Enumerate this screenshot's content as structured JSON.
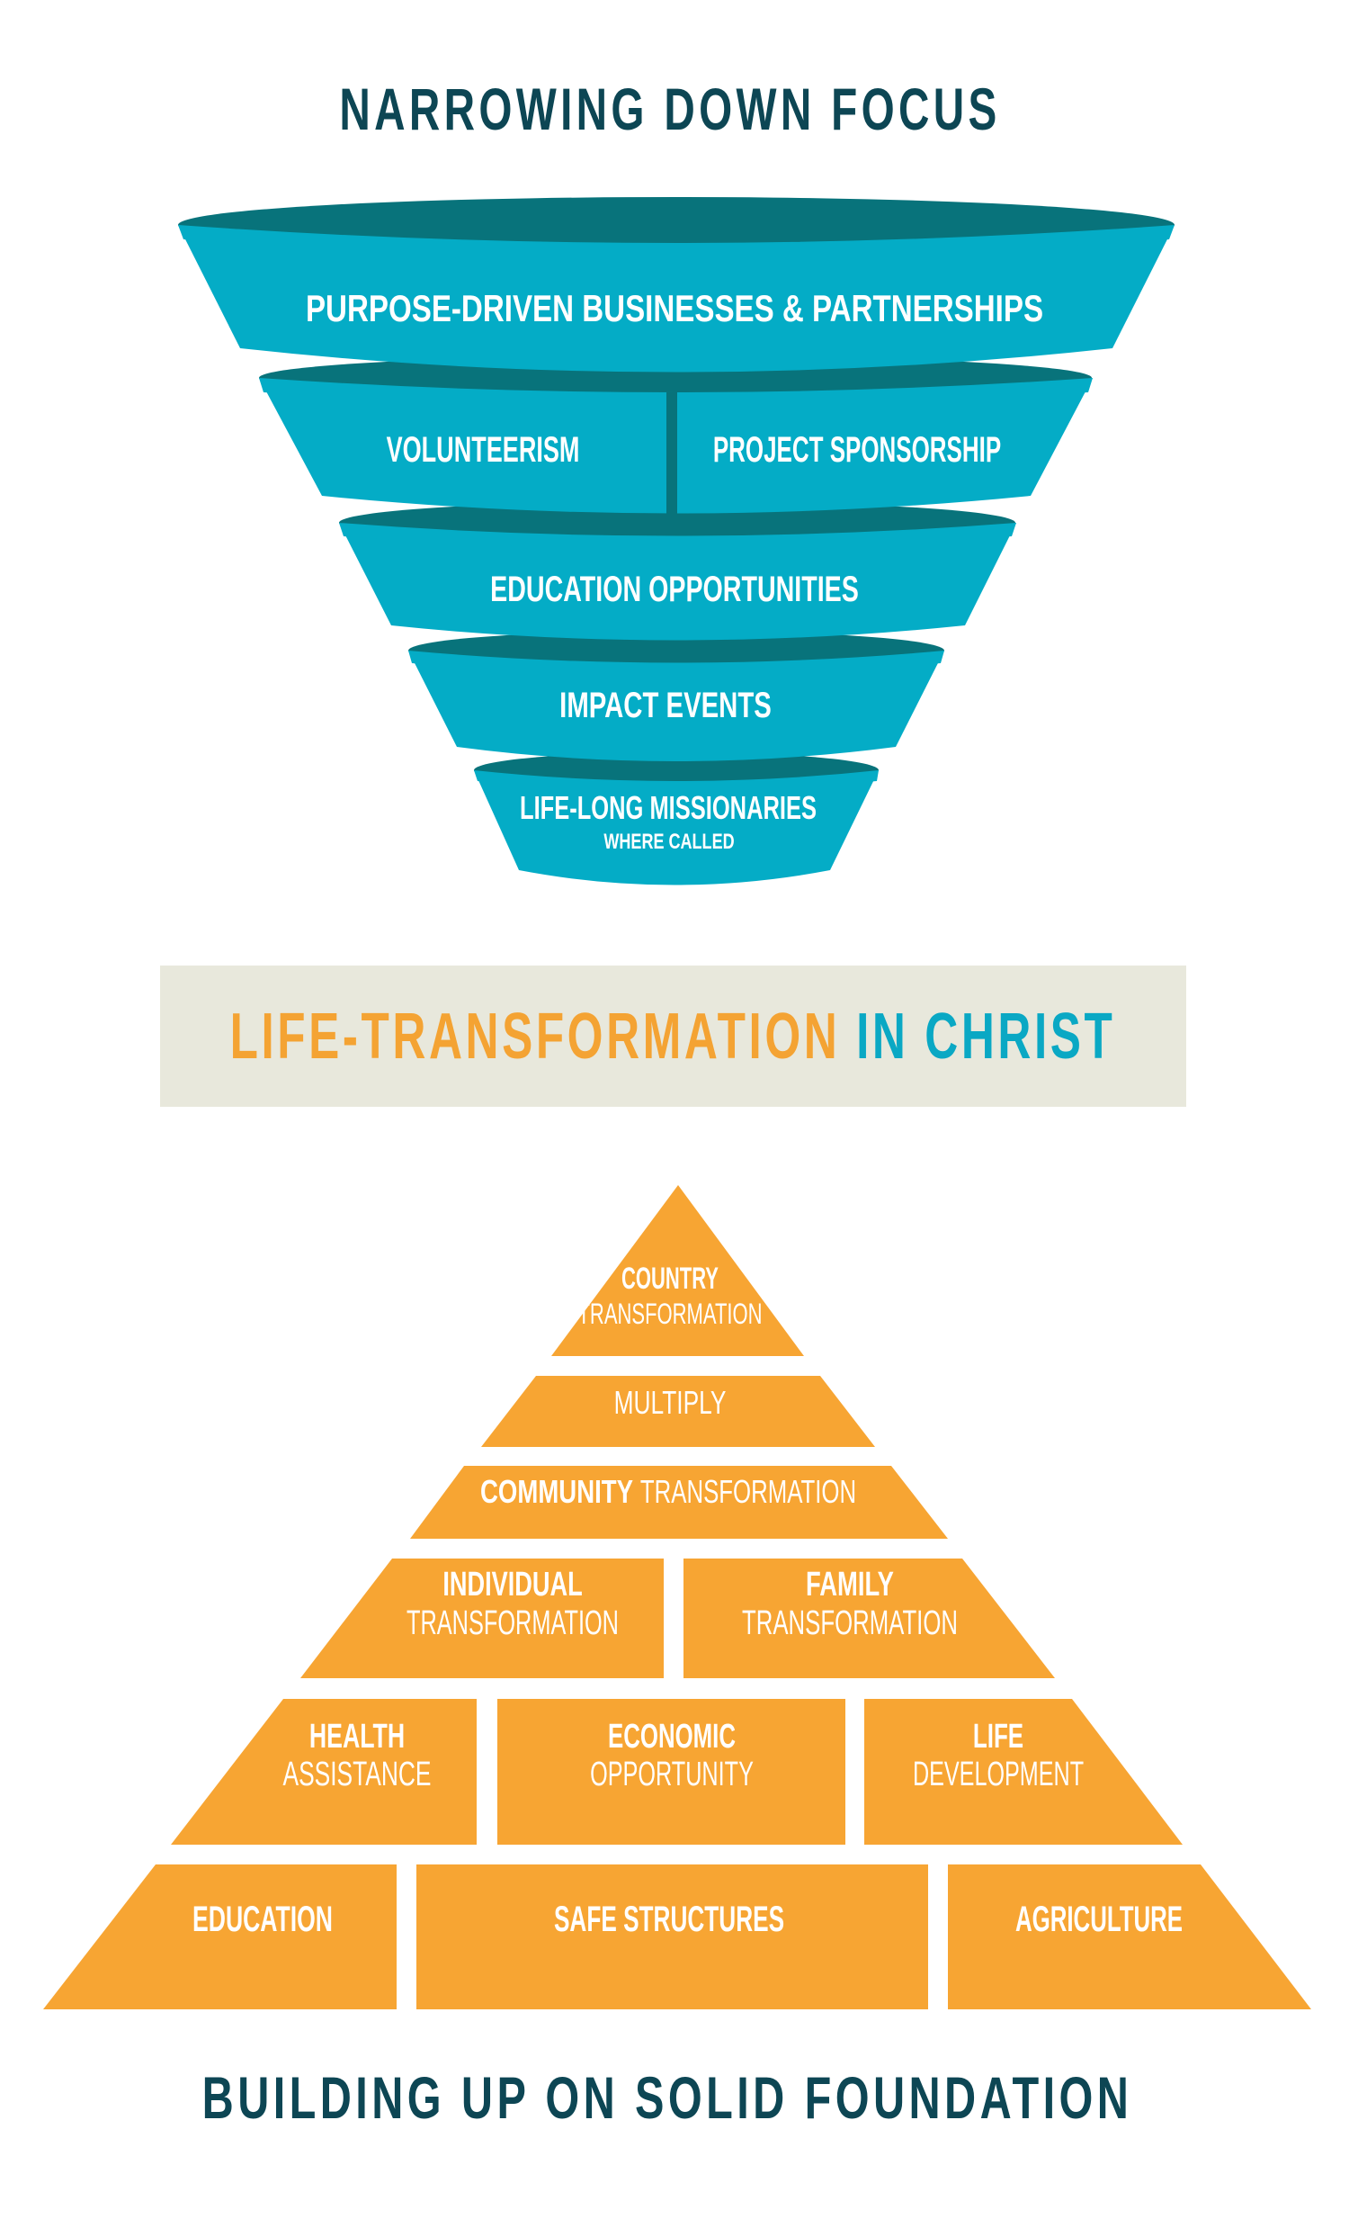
{
  "colors": {
    "funnel_body": "#04acc6",
    "funnel_rim": "#08737b",
    "pyramid": "#f7a533",
    "title": "#0d4654",
    "banner_bg": "#e8e8dc",
    "banner_orange": "#f4a333",
    "banner_teal": "#0aa8c4"
  },
  "top_title": "NARROWING DOWN FOCUS",
  "funnel": {
    "level1": "PURPOSE-DRIVEN BUSINESSES & PARTNERSHIPS",
    "level2_left": "VOLUNTEERISM",
    "level2_right": "PROJECT SPONSORSHIP",
    "level3": "EDUCATION OPPORTUNITIES",
    "level4": "IMPACT EVENTS",
    "level5": "LIFE-LONG MISSIONARIES",
    "level5_sub": "WHERE CALLED"
  },
  "banner": {
    "part1": "LIFE-TRANSFORMATION",
    "part2": "IN CHRIST"
  },
  "pyramid": {
    "country_bold": "COUNTRY",
    "country_thin": "TRANSFORMATION",
    "multiply": "MULTIPLY",
    "community_bold": "COMMUNITY",
    "community_thin": "TRANSFORMATION",
    "individual_bold": "INDIVIDUAL",
    "individual_thin": "TRANSFORMATION",
    "family_bold": "FAMILY",
    "family_thin": "TRANSFORMATION",
    "health_bold": "HEALTH",
    "health_thin": "ASSISTANCE",
    "economic_bold": "ECONOMIC",
    "economic_thin": "OPPORTUNITY",
    "life_bold": "LIFE",
    "life_thin": "DEVELOPMENT",
    "education": "EDUCATION",
    "safe_structures": "SAFE STRUCTURES",
    "agriculture": "AGRICULTURE"
  },
  "bottom_title": "BUILDING UP ON SOLID FOUNDATION"
}
